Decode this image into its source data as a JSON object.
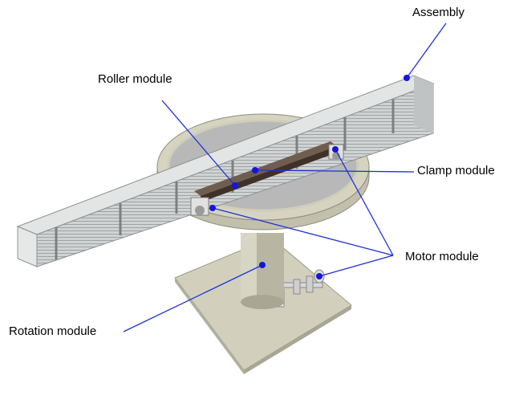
{
  "labels": {
    "assembly": "Assembly",
    "roller": "Roller module",
    "clamp": "Clamp module",
    "motor": "Motor module",
    "rotation": "Rotation module"
  },
  "colors": {
    "leader_line": "#1f33d6",
    "dot": "#1414e0",
    "base_plate": "#cfcdb9",
    "table": "#d3d1bd",
    "table_top": "#b5b5b5",
    "beam": "#c9cccc",
    "rail": "#4a3a30"
  }
}
